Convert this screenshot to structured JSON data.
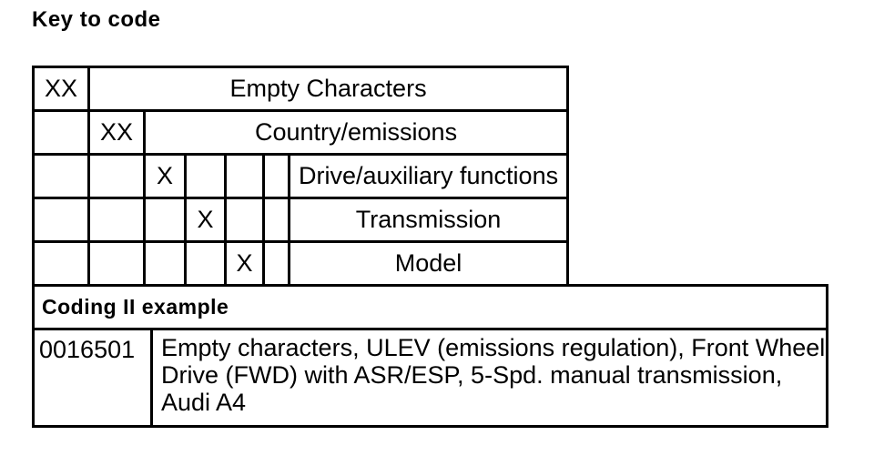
{
  "page": {
    "title": "Key to code"
  },
  "key_table": {
    "rows": [
      {
        "code": "XX",
        "label": "Empty Characters"
      },
      {
        "code": "XX",
        "label": "Country/emissions"
      },
      {
        "code": "X",
        "label": "Drive/auxiliary functions"
      },
      {
        "code": "X",
        "label": "Transmission"
      },
      {
        "code": "X",
        "label": "Model"
      }
    ]
  },
  "example_table": {
    "header": "Coding II example",
    "code": "0016501",
    "description_lines": [
      "Empty characters, ULEV (emissions regulation), Front Wheel",
      "Drive (FWD) with ASR/ESP, 5-Spd. manual transmission,",
      "Audi A4"
    ]
  },
  "colors": {
    "text": "#000000",
    "background": "#ffffff",
    "border": "#000000"
  }
}
